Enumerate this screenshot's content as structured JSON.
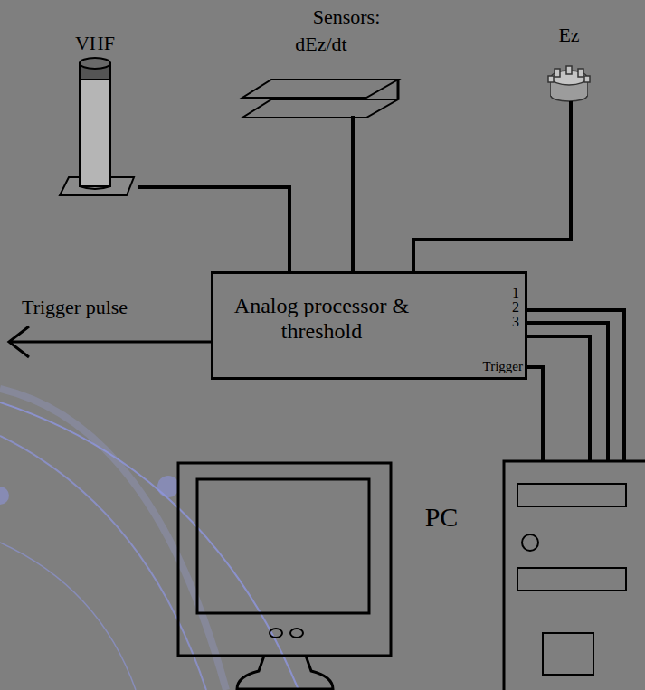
{
  "diagram": {
    "nodes": [
      {
        "text": [
          "VHF"
        ]
      },
      {
        "text": [
          "dEz/dt"
        ]
      },
      {
        "text": [
          "Ez"
        ]
      },
      {
        "text": [
          "Analog processor & threshold",
          "1",
          "2",
          "3",
          "Trigger"
        ]
      },
      {
        "text": [
          "PC"
        ]
      }
    ],
    "edges": [
      {
        "from": 0,
        "to": 3,
        "arrow": "none"
      },
      {
        "from": 1,
        "to": 3,
        "arrow": "none"
      },
      {
        "from": 2,
        "to": 3,
        "arrow": "none"
      },
      {
        "from": 3,
        "to": 4,
        "arrow": "none"
      },
      {
        "from": 3,
        "to": 4,
        "arrow": "none"
      },
      {
        "from": 3,
        "to": 4,
        "arrow": "none"
      },
      {
        "from": 3,
        "to": 4,
        "arrow": "none"
      }
    ],
    "labels": [
      "Sensors:",
      "Trigger pulse"
    ]
  }
}
